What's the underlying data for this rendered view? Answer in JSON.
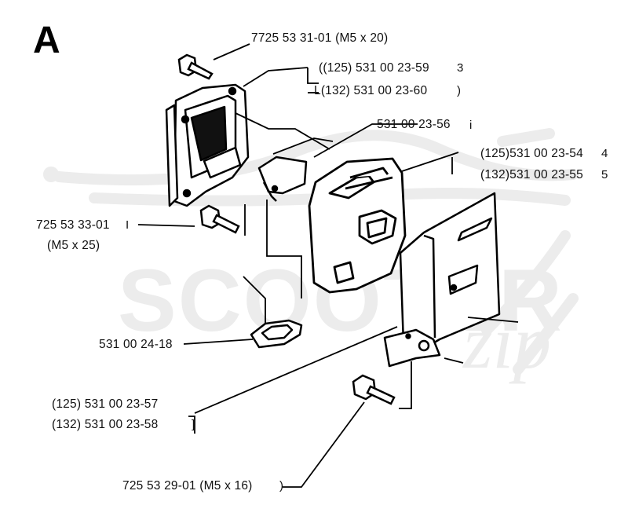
{
  "diagram": {
    "section_letter": "A",
    "watermark": {
      "text": "SCOOTER",
      "script": "zip"
    },
    "labels": {
      "screw_top": "7725 53 31-01 (M5 x 20)",
      "bracket_125": "((125) 531 00 23-59",
      "bracket_132": "L(132) 531 00 23-60",
      "plate": "531 00 23-56",
      "muffler_125": "(125)531 00 23-54",
      "muffler_132": "(132)531 00 23-55",
      "screw_left_a": "725 53 33-01",
      "screw_left_b": "(M5 x 25)",
      "gasket": "531 00 24-18",
      "shield_125": "(125) 531 00 23-57",
      "shield_132": "(132) 531 00 23-58",
      "screw_bottom": "725 53 29-01 (M5 x 16)"
    },
    "item_marks": {
      "bracket_125": "3",
      "bracket_132": ")",
      "plate": "i",
      "muffler_125": "4",
      "muffler_132": "5",
      "screw_left": "I",
      "shield": "]",
      "screw_bottom": ")"
    }
  }
}
